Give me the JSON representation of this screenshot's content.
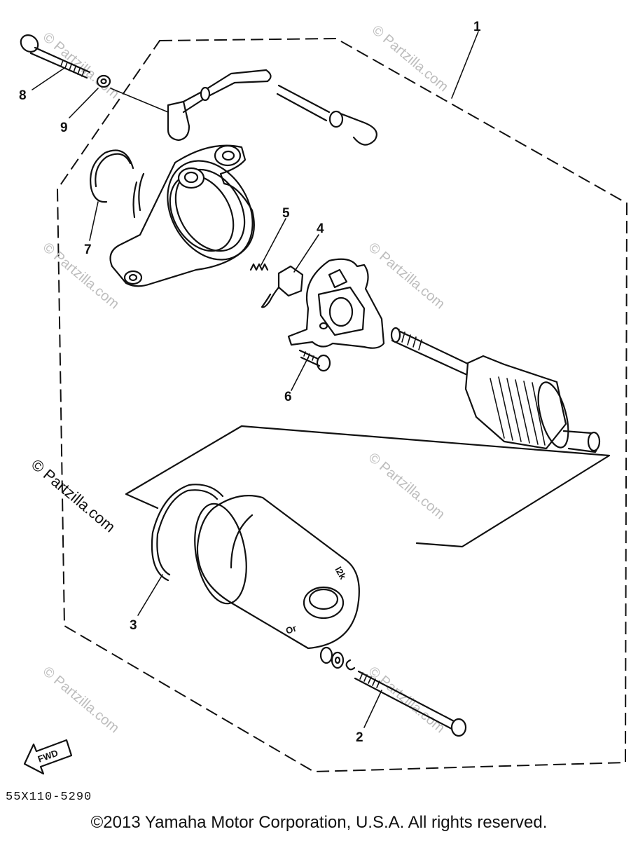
{
  "diagram": {
    "callouts": [
      "1",
      "2",
      "3",
      "4",
      "5",
      "6",
      "7",
      "8",
      "9"
    ],
    "part_code": "55X110-5290",
    "fwd_label": "FWD",
    "watermark": "© Partzilla.com",
    "copyright": "©2013 Yamaha Motor Corporation, U.S.A. All rights reserved.",
    "colors": {
      "ink": "#111111",
      "watermark": "#bdbdbd",
      "background": "#ffffff"
    }
  }
}
